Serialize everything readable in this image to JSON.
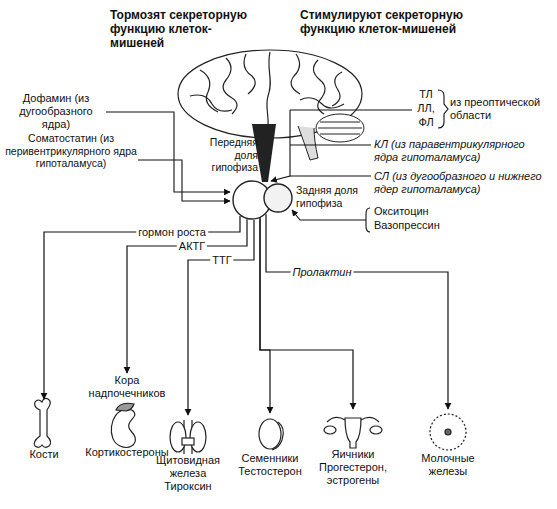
{
  "diagram": {
    "nodes": [
      {
        "text": [
          "Передняя доля гипофиза"
        ]
      },
      {
        "text": [
          "Задняя доля гипофиза"
        ]
      },
      {
        "text": [
          "Кости"
        ]
      },
      {
        "text": [
          "Кора надпочечников",
          "Кортикостероны"
        ]
      },
      {
        "text": [
          "Щитовидная железа",
          "Тироксин"
        ]
      },
      {
        "text": [
          "Семенники",
          "Тестостерон"
        ]
      },
      {
        "text": [
          "Яичники",
          "Прогестерон, эстрогены"
        ]
      },
      {
        "text": [
          "Молочные железы"
        ]
      }
    ],
    "edges": [
      {
        "from": 0,
        "to": 2,
        "label": "гормон роста",
        "arrow": "to"
      },
      {
        "from": 0,
        "to": 3,
        "label": "АКТГ",
        "arrow": "to"
      },
      {
        "from": 0,
        "to": 4,
        "label": "ТТГ",
        "arrow": "to"
      },
      {
        "from": 0,
        "to": 5,
        "arrow": "to"
      },
      {
        "from": 0,
        "to": 6,
        "arrow": "to"
      },
      {
        "from": 0,
        "to": 7,
        "label": "Пролактин",
        "arrow": "to"
      }
    ],
    "labels": [
      "Тормозят секреторную функцию клеток-мишеней",
      "Стимулируют секреторную функцию клеток-мишеней",
      "Дофамин (из дугообразного ядра)",
      "Соматостатин (из перивентрикулярного ядра гипоталамуса)",
      "ТЛ",
      "ЛЛ,",
      "ФЛ",
      "из преоптической области",
      "КЛ (из паравентрикулярного ядра гипоталамуса)",
      "СЛ (из дугообразного и нижнего ядер гипоталамуса)",
      "Окситоцин",
      "Вазопрессин"
    ]
  }
}
